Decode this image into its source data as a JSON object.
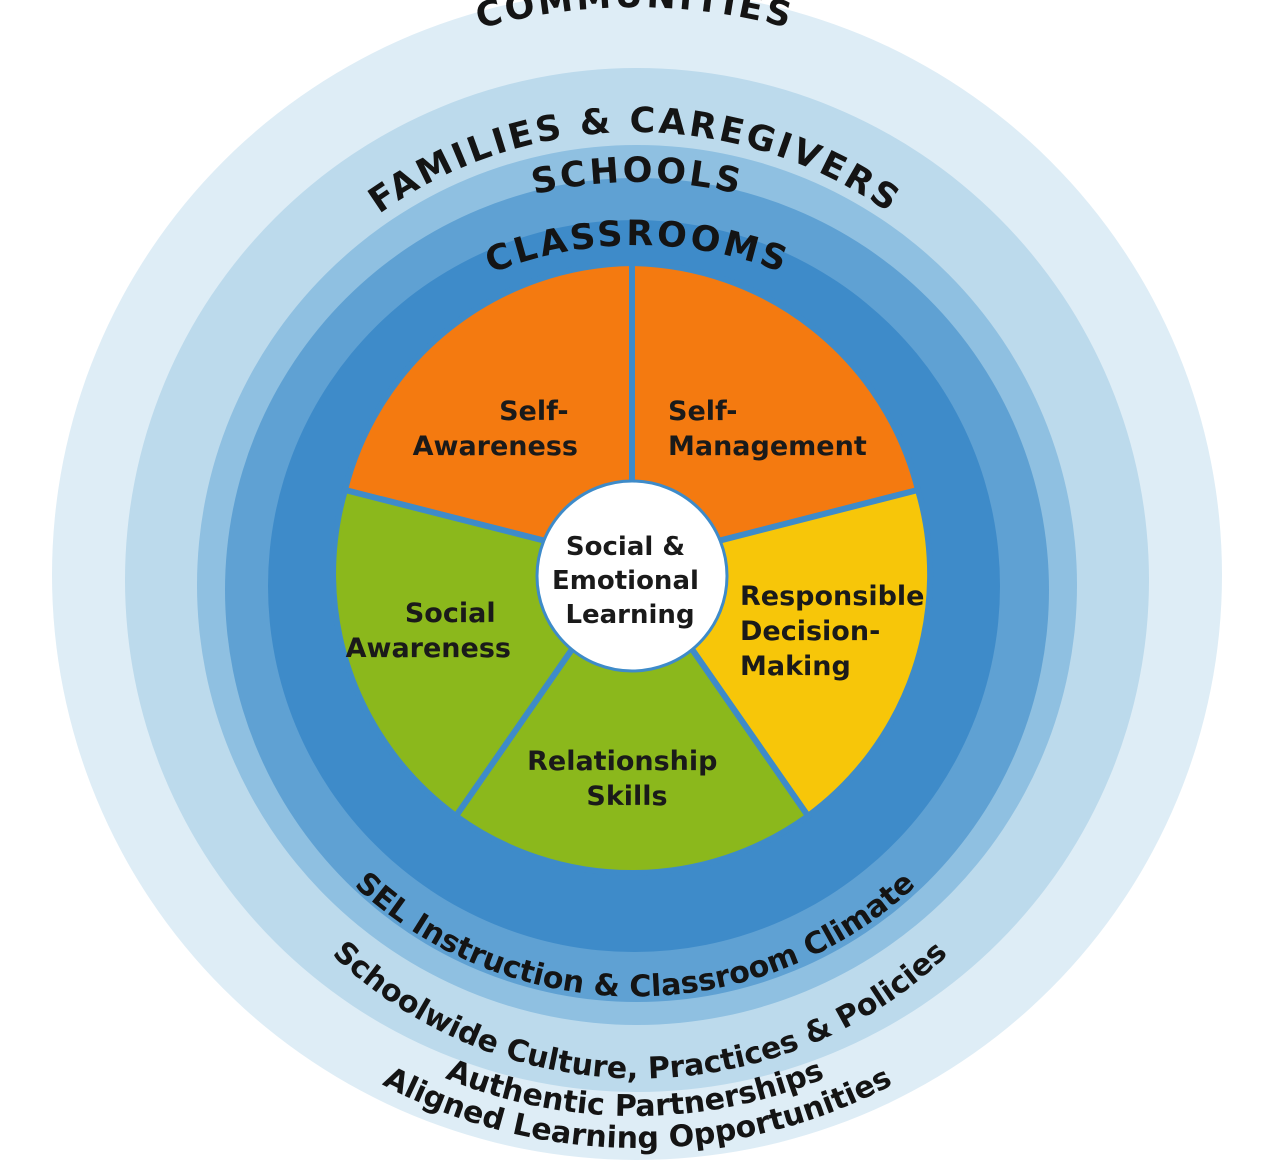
{
  "colors": {
    "ring_outer": "#deedf6",
    "ring_2": "#bcdaec",
    "ring_3": "#8fc0e1",
    "ring_4": "#5fa1d3",
    "ring_inner": "#3e8bc9",
    "wedge_orange": "#f47a10",
    "wedge_yellow": "#f7c609",
    "wedge_green": "#8bb81c",
    "hub": "#ffffff",
    "text": "#141414"
  },
  "rings": {
    "top": {
      "communities": "COMMUNITIES",
      "families": "FAMILIES & CAREGIVERS",
      "schools": "SCHOOLS",
      "classrooms": "CLASSROOMS"
    },
    "bottom": {
      "aligned": "Aligned Learning Opportunities",
      "authentic": "Authentic Partnerships",
      "schoolwide": "Schoolwide Culture, Practices & Policies",
      "sel_instruction": "SEL Instruction & Classroom Climate"
    }
  },
  "competencies": {
    "self_awareness": {
      "line1": "Self-",
      "line2": "Awareness",
      "color": "orange"
    },
    "self_management": {
      "line1": "Self-",
      "line2": "Management",
      "color": "orange"
    },
    "responsible_decision_making": {
      "line1": "Responsible",
      "line2": "Decision-",
      "line3": "Making",
      "color": "yellow"
    },
    "relationship_skills": {
      "line1": "Relationship",
      "line2": "Skills",
      "color": "green"
    },
    "social_awareness": {
      "line1": "Social",
      "line2": "Awareness",
      "color": "green"
    }
  },
  "center": {
    "line1": "Social &",
    "line2": "Emotional",
    "line3": "Learning"
  }
}
